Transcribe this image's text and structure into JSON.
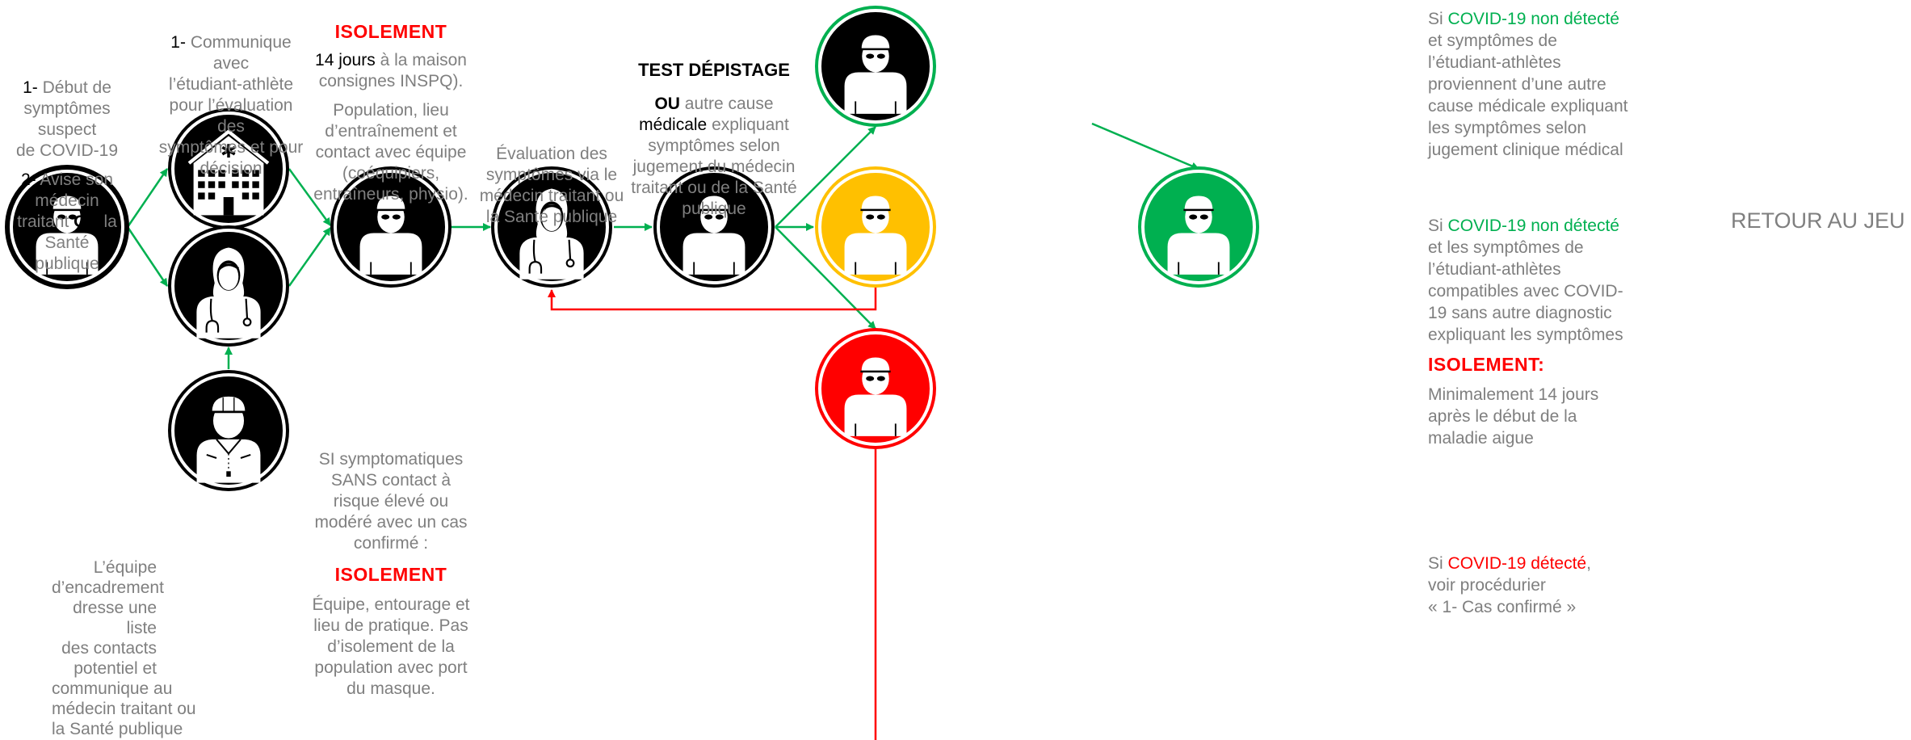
{
  "colors": {
    "black": "#000000",
    "green": "#00b050",
    "yellow": "#ffc000",
    "red": "#ff0000",
    "grey": "#7f7f7f"
  },
  "nodes": {
    "start_person": {
      "icon": "person-icon"
    },
    "clinic": {
      "icon": "hospital-icon"
    },
    "doctor_left": {
      "icon": "doctor-icon"
    },
    "coach": {
      "icon": "coach-icon"
    },
    "isolated_person": {
      "icon": "person-icon"
    },
    "doctor_center": {
      "icon": "doctor-icon"
    },
    "tested_person": {
      "icon": "person-icon"
    },
    "green_person": {
      "icon": "person-icon"
    },
    "yellow_person": {
      "icon": "person-icon"
    },
    "red_person": {
      "icon": "person-icon"
    },
    "return_person": {
      "icon": "person-icon"
    }
  },
  "step1": {
    "num1": "1-",
    "line1": "Début de",
    "line2": "symptômes suspect",
    "line3": "de COVID-19",
    "num2": "2-",
    "line4": "Avise son médecin",
    "line5a": "traitant",
    "line5b": "OU",
    "line5c": "la Santé",
    "line6": "publique"
  },
  "communique": {
    "num": "1-",
    "line1": "Communique avec",
    "line2": "l’étudiant-athlète",
    "line3": "pour l’évaluation des",
    "line4": "symptômes et pour",
    "line5": "décision"
  },
  "coach_text": {
    "lines": [
      "L’équipe",
      "d’encadrement",
      "dresse une liste",
      "des contacts",
      "potentiel et",
      "communique au",
      "médecin traitant ou",
      "la Santé publique"
    ]
  },
  "isolement_top": {
    "title": "ISOLEMENT",
    "days": "14 jours",
    "line1_rest": "à la maison",
    "line2": "consignes INSPQ).",
    "p2": [
      "Population, lieu",
      "d’entraînement et",
      "contact avec équipe",
      "(coéquipiers,",
      "entraîneurs, physio)."
    ]
  },
  "symptomatic": {
    "lines": [
      "SI symptomatiques",
      "SANS contact à",
      "risque élevé ou",
      "modéré avec un cas",
      "confirmé :"
    ],
    "title": "ISOLEMENT",
    "p2": [
      "Équipe, entourage et",
      "lieu de pratique. Pas",
      "d’isolement de la",
      "population avec port",
      "du masque."
    ]
  },
  "evaluation": {
    "lines": [
      "Évaluation des",
      "symptômes via le",
      "médecin traitant ou",
      "la Santé publique"
    ]
  },
  "test": {
    "title": "TEST DÉPISTAGE",
    "ou": "OU",
    "line1_rest": "autre cause",
    "line2a": "médicale",
    "line2b": "expliquant",
    "lines": [
      "symptômes selon",
      "jugement du médecin",
      "traitant ou de la Santé",
      "publique"
    ]
  },
  "green_text": {
    "si": "Si",
    "covid": "COVID-19 non détecté",
    "lines": [
      "et symptômes de",
      "l’étudiant-athlètes",
      "proviennent d’une autre",
      "cause médicale expliquant",
      "les symptômes selon",
      "jugement clinique médical"
    ]
  },
  "yellow_text": {
    "si": "Si",
    "covid": "COVID-19 non détecté",
    "lines": [
      "et les symptômes de",
      "l’étudiant-athlètes",
      "compatibles avec COVID-",
      "19 sans autre diagnostic",
      "expliquant les symptômes"
    ],
    "title": "ISOLEMENT:",
    "p2": [
      "Minimalement 14 jours",
      "après le début de la",
      "maladie aigue"
    ]
  },
  "red_text": {
    "si": "Si",
    "covid": "COVID-19 détecté",
    "comma": ",",
    "lines": [
      "voir procédurier",
      "« 1- Cas confirmé »"
    ]
  },
  "retour": "RETOUR AU JEU"
}
